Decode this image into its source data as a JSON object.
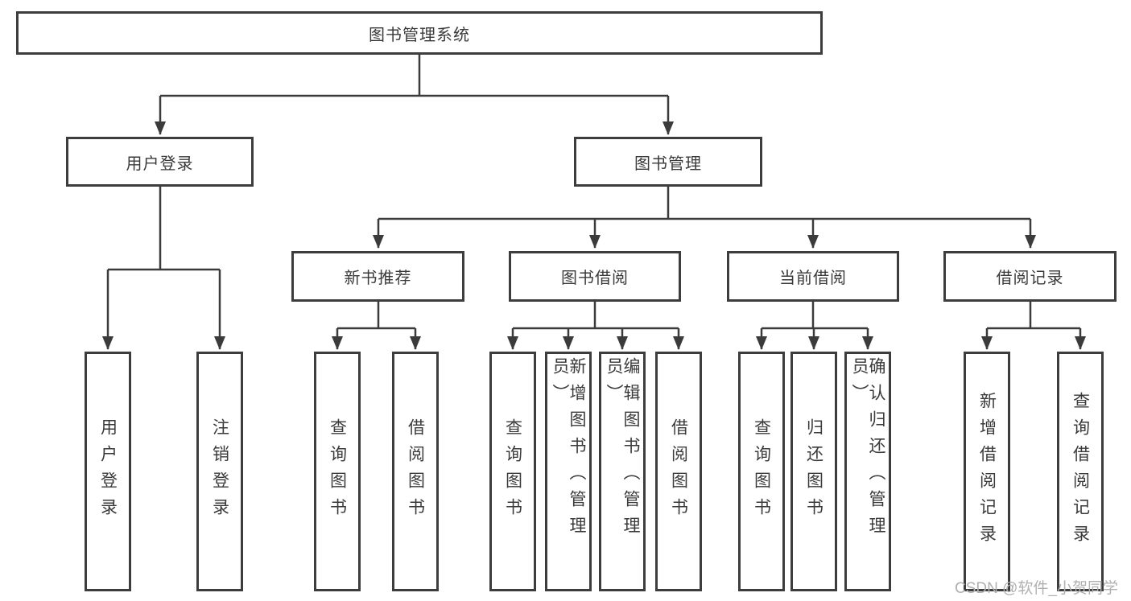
{
  "watermark": "CSDN @软件_小贺同学",
  "colors": {
    "line": "#3b3b3b",
    "box_border": "#3d3d3d",
    "text": "#3a3a3a",
    "watermark": "#b0b0b0",
    "background": "#ffffff"
  },
  "nodes": {
    "root": {
      "label": "图书管理系统"
    },
    "user_login": {
      "label": "用户登录",
      "children": [
        {
          "label": "用户登录"
        },
        {
          "label": "注销登录"
        }
      ]
    },
    "book_mgmt": {
      "label": "图书管理"
    },
    "new_books": {
      "label": "新书推荐",
      "children": [
        {
          "label": "查询图书"
        },
        {
          "label": "借阅图书"
        }
      ]
    },
    "borrowing": {
      "label": "图书借阅",
      "children": [
        {
          "label": "查询图书"
        },
        {
          "label": "新增图书（管理员）"
        },
        {
          "label": "编辑图书（管理员）"
        },
        {
          "label": "借阅图书"
        }
      ]
    },
    "current": {
      "label": "当前借阅",
      "children": [
        {
          "label": "查询图书"
        },
        {
          "label": "归还图书"
        },
        {
          "label": "确认归还（管理员）"
        }
      ]
    },
    "records": {
      "label": "借阅记录",
      "children": [
        {
          "label": "新增借阅记录"
        },
        {
          "label": "查询借阅记录"
        }
      ]
    }
  }
}
